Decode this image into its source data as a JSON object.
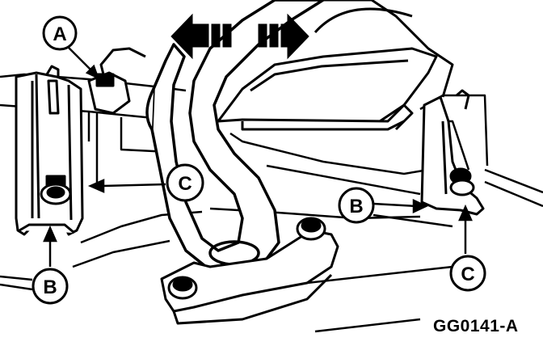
{
  "callouts": {
    "a_top": "A",
    "c_center": "C",
    "b_right": "B",
    "b_left": "B",
    "c_right": "C"
  },
  "figure_id": "GG0141-A",
  "colors": {
    "ink": "#000000",
    "paper": "#ffffff"
  },
  "icons": {
    "move_indicator": "double-arrow-left-right-icon"
  }
}
